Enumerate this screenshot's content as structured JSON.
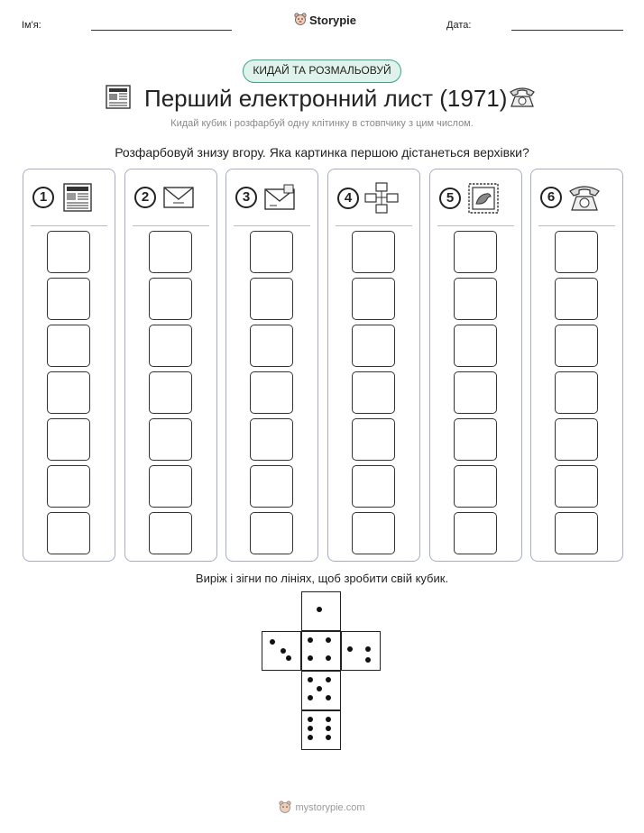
{
  "header": {
    "name_label": "Ім'я:",
    "date_label": "Дата:",
    "brand": "Storypie"
  },
  "badge": "КИДАЙ ТА РОЗМАЛЬОВУЙ",
  "title": "Перший електронний лист (1971)",
  "subtitle": "Кидай кубик і розфарбуй одну клітинку в стовпчику з цим числом.",
  "instruction": "Розфарбовуй знизу вгору. Яка картинка першою дістанеться верхівки?",
  "columns": [
    {
      "number": "1",
      "icon": "newspaper-icon"
    },
    {
      "number": "2",
      "icon": "envelope-icon"
    },
    {
      "number": "3",
      "icon": "letter-envelope-icon"
    },
    {
      "number": "4",
      "icon": "computer-network-icon"
    },
    {
      "number": "5",
      "icon": "postage-stamp-icon"
    },
    {
      "number": "6",
      "icon": "telephone-icon"
    }
  ],
  "cells_per_column": 7,
  "cut_instruction": "Виріж і зігни по лініях, щоб зробити свій кубик.",
  "die_faces": [
    1,
    2,
    3,
    4,
    5,
    6
  ],
  "footer": "mystorypie.com",
  "colors": {
    "accent": "#3aa58a",
    "badge_bg": "#dff3ec",
    "column_border": "#a8acc4"
  }
}
